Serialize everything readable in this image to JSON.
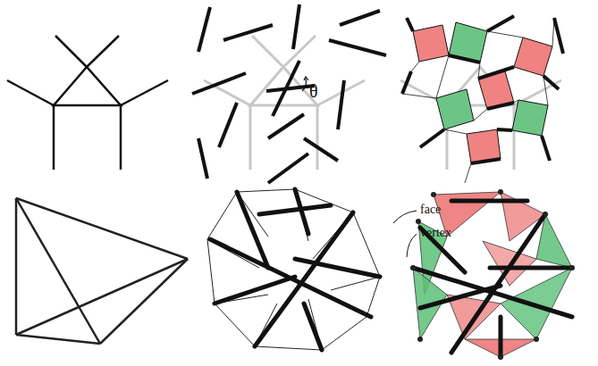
{
  "diagram": {
    "labels": [
      "θ",
      "face",
      "vertex"
    ]
  }
}
